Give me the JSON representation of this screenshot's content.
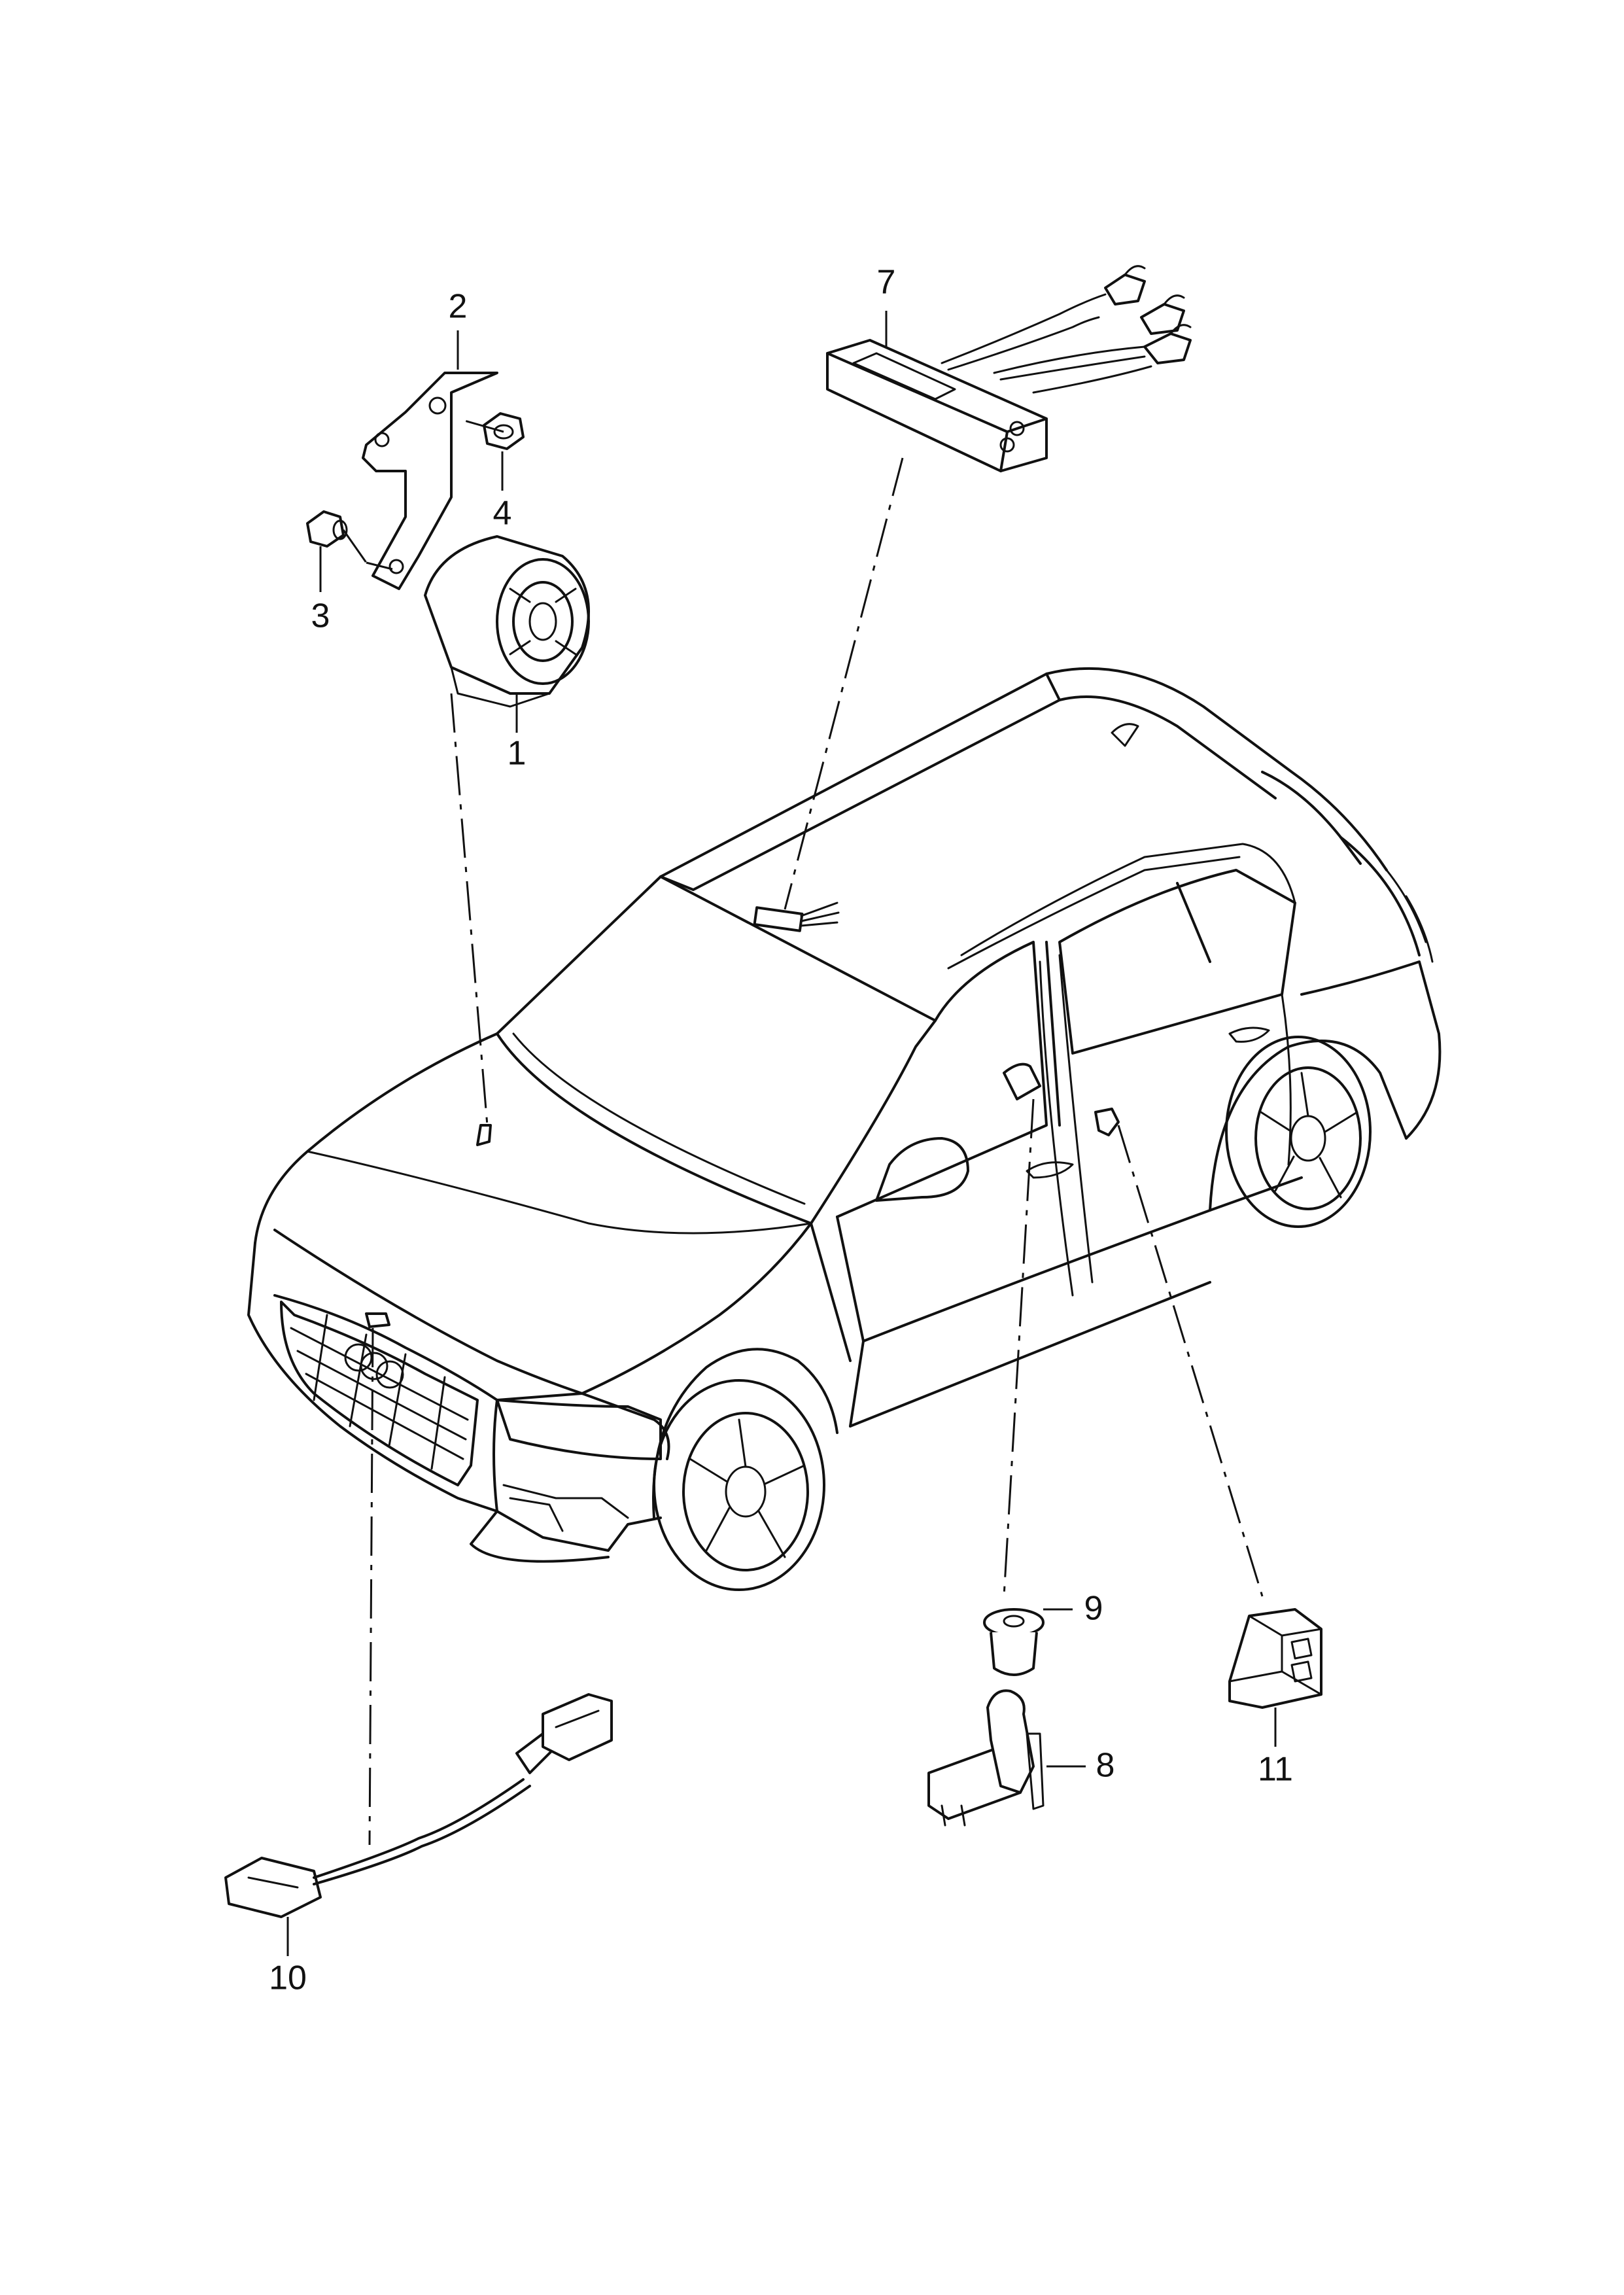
{
  "callouts": {
    "c1": "1",
    "c2": "2",
    "c3": "3",
    "c4": "4",
    "c7": "7",
    "c8": "8",
    "c9": "9",
    "c10": "10",
    "c11": "11"
  },
  "colors": {
    "line": "#111111",
    "background": "#ffffff"
  }
}
